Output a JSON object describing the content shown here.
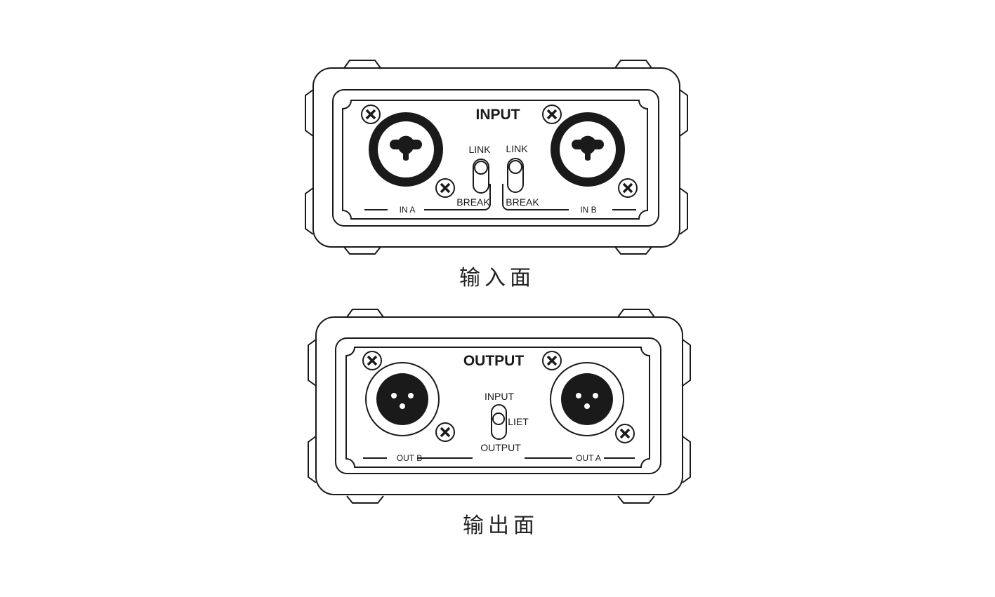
{
  "input_panel": {
    "title": "INPUT",
    "switch_a": {
      "top": "LINK",
      "bottom": "BREAK"
    },
    "switch_b": {
      "top": "LINK",
      "bottom": "BREAK"
    },
    "jack_a_label": "IN A",
    "jack_b_label": "IN B",
    "caption": "输入面"
  },
  "output_panel": {
    "title": "OUTPUT",
    "switch": {
      "top": "INPUT",
      "side": "LIET",
      "bottom": "OUTPUT"
    },
    "jack_b_label": "OUT B",
    "jack_a_label": "OUT A",
    "caption": "输出面"
  }
}
